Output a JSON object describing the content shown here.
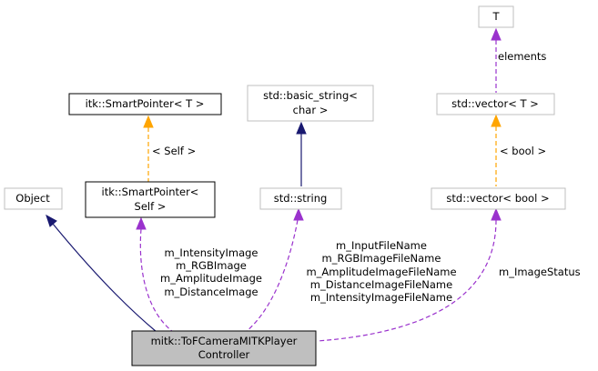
{
  "nodes": {
    "t": [
      "T"
    ],
    "std_vector_t": [
      "std::vector< T >"
    ],
    "itk_smartpointer_t": [
      "itk::SmartPointer< T >"
    ],
    "std_basic_string": [
      "std::basic_string<",
      "char >"
    ],
    "object": [
      "Object"
    ],
    "itk_smartpointer_self": [
      "itk::SmartPointer<",
      "Self >"
    ],
    "std_string": [
      "std::string"
    ],
    "std_vector_bool": [
      "std::vector< bool >"
    ],
    "controller": [
      "mitk::ToFCameraMITKPlayer",
      "Controller"
    ]
  },
  "edge_labels": {
    "elements": [
      "elements"
    ],
    "bool": [
      "< bool >"
    ],
    "self": [
      "< Self >"
    ],
    "images": [
      "m_IntensityImage",
      "m_RGBImage",
      "m_AmplitudeImage",
      "m_DistanceImage"
    ],
    "filenames": [
      "m_InputFileName",
      "m_RGBImageFileName",
      "m_AmplitudeImageFileName",
      "m_DistanceImageFileName",
      "m_IntensityImageFileName"
    ],
    "status": [
      "m_ImageStatus"
    ]
  },
  "colors": {
    "inheritance": "#191970",
    "template": "#ffa500",
    "usage": "#9a32cd",
    "external_border": "#bfbfbf",
    "defined_border": "#000000",
    "focus_fill": "#bfbfbf"
  }
}
